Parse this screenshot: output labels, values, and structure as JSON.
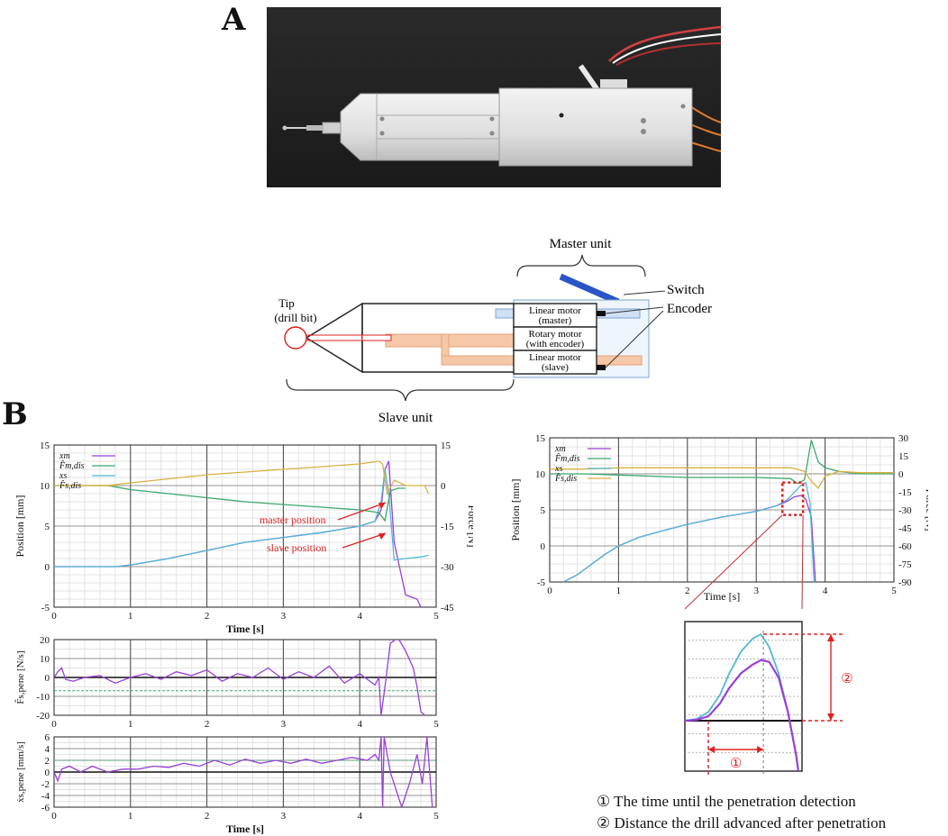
{
  "panel_a_label": "A",
  "panel_b_label": "B",
  "diagram": {
    "master_unit": "Master unit",
    "slave_unit": "Slave unit",
    "switch": "Switch",
    "encoder": "Encoder",
    "tip_line1": "Tip",
    "tip_line2": "(drill bit)",
    "lm_master_1": "Linear motor",
    "lm_master_2": "(master)",
    "rotary_1": "Rotary motor",
    "rotary_2": "(with encoder)",
    "lm_slave_1": "Linear motor",
    "lm_slave_2": "(slave)"
  },
  "annotations": {
    "master_position": "master position",
    "slave_position": "slave position",
    "zoom_mark_1": "①",
    "zoom_mark_2": "②",
    "note_1": "① The time until the penetration detection",
    "note_2": "② Distance the drill advanced after penetration"
  },
  "colors": {
    "purple": "#9a3fd6",
    "green": "#3aa86b",
    "cyan": "#4fb8d8",
    "gold": "#d8b040",
    "red": "#e02020",
    "blue_switch": "#2a55c8",
    "light_blue_box": "#cfe0f5",
    "orange_part": "#f6c8a8"
  },
  "chart_data": [
    {
      "type": "line",
      "xlabel": "Time [s]",
      "ylabel": "Position [mm]",
      "y2label": "Force [N]",
      "xlim": [
        0,
        5
      ],
      "ylim": [
        -5,
        15
      ],
      "y2lim": [
        -45,
        15
      ],
      "xticks": [
        "0",
        "1",
        "2",
        "3",
        "4",
        "5"
      ],
      "yticks": [
        "-5",
        "0",
        "5",
        "10",
        "15"
      ],
      "y2ticks": [
        "-45",
        "-30",
        "-15",
        "0",
        "15"
      ],
      "legend": [
        "x_m",
        "F̂_m,dis",
        "x_s",
        "F̂_s,dis"
      ],
      "legend_position": "top-left",
      "series": [
        {
          "name": "x_m",
          "axis": "left",
          "x": [
            0,
            0.8,
            1.0,
            1.5,
            2.0,
            2.5,
            3.0,
            3.5,
            4.0,
            4.2,
            4.28,
            4.33,
            4.38,
            4.45,
            4.6,
            4.75,
            4.8
          ],
          "y": [
            0,
            0,
            0.2,
            1,
            2,
            3,
            3.6,
            4.2,
            5,
            5.6,
            7,
            12,
            13,
            3,
            -3.5,
            -4,
            -5
          ]
        },
        {
          "name": "x_s",
          "axis": "left",
          "x": [
            0,
            0.8,
            1.0,
            1.5,
            2.0,
            2.5,
            3.0,
            3.5,
            4.0,
            4.2,
            4.28,
            4.33,
            4.38,
            4.45,
            4.6,
            4.8,
            4.9
          ],
          "y": [
            0,
            0,
            0.2,
            1,
            2,
            3,
            3.6,
            4.2,
            5,
            5.6,
            8,
            12,
            9,
            0.8,
            1,
            1.2,
            1.4
          ]
        },
        {
          "name": "F̂_m,dis",
          "axis": "right",
          "x": [
            0,
            0.7,
            1.0,
            1.5,
            2.0,
            2.5,
            3.0,
            3.5,
            4.0,
            4.25,
            4.33,
            4.4,
            4.5,
            4.6
          ],
          "y": [
            0,
            0,
            -1.5,
            -3,
            -4.5,
            -6,
            -7,
            -8,
            -9,
            -10,
            -13,
            -2,
            -1,
            -1
          ]
        },
        {
          "name": "F̂_s,dis",
          "axis": "right",
          "x": [
            0,
            0.7,
            1.0,
            1.5,
            2.0,
            2.5,
            3.0,
            3.5,
            4.0,
            4.25,
            4.3,
            4.36,
            4.45,
            4.6,
            4.75,
            4.85,
            4.9
          ],
          "y": [
            0,
            0,
            1,
            2.5,
            4,
            5,
            6,
            7,
            8,
            9,
            8,
            -3,
            2,
            0,
            0,
            0,
            -3
          ]
        }
      ],
      "annotations": [
        "master position",
        "slave position"
      ]
    },
    {
      "type": "line",
      "ylabel": "F̂s,pene [N/s]",
      "xlim": [
        0,
        5
      ],
      "ylim": [
        -20,
        20
      ],
      "xticks": [
        "0",
        "1",
        "2",
        "3",
        "4",
        "5"
      ],
      "yticks": [
        "-20",
        "-10",
        "0",
        "10",
        "20"
      ],
      "threshold": -7,
      "series": [
        {
          "name": "F̂s,pene",
          "x": [
            0,
            0.05,
            0.1,
            0.15,
            0.25,
            0.4,
            0.6,
            0.8,
            1.0,
            1.2,
            1.4,
            1.6,
            1.8,
            2.0,
            2.2,
            2.4,
            2.6,
            2.8,
            3.0,
            3.2,
            3.4,
            3.6,
            3.8,
            4.0,
            4.2,
            4.25,
            4.28,
            4.33,
            4.4,
            4.5,
            4.6,
            4.7,
            4.75,
            4.8,
            4.85
          ],
          "y": [
            0,
            3,
            5,
            -1,
            -2,
            0,
            1,
            -3,
            0,
            2,
            -1,
            3,
            1,
            4,
            -2,
            2,
            0,
            5,
            -1,
            3,
            0,
            6,
            -3,
            2,
            -4,
            0,
            -20,
            -5,
            18,
            21,
            14,
            5,
            -5,
            -18,
            -20
          ]
        }
      ]
    },
    {
      "type": "line",
      "xlabel": "Time [s]",
      "ylabel": "ẋs,pene [mm/s]",
      "xlim": [
        0,
        5
      ],
      "ylim": [
        -6,
        6
      ],
      "xticks": [
        "0",
        "1",
        "2",
        "3",
        "4",
        "5"
      ],
      "yticks": [
        "-6",
        "-4",
        "-2",
        "0",
        "2",
        "4",
        "6"
      ],
      "threshold": 2,
      "series": [
        {
          "name": "ẋs,pene",
          "x": [
            0,
            0.05,
            0.1,
            0.2,
            0.35,
            0.5,
            0.7,
            0.9,
            1.1,
            1.3,
            1.5,
            1.7,
            1.9,
            2.1,
            2.3,
            2.5,
            2.7,
            2.9,
            3.1,
            3.3,
            3.5,
            3.7,
            3.9,
            4.1,
            4.2,
            4.25,
            4.28,
            4.3,
            4.32,
            4.4,
            4.55,
            4.65,
            4.75,
            4.82,
            4.88,
            4.95
          ],
          "y": [
            0,
            -1.5,
            0.5,
            1,
            0,
            1,
            0,
            0.5,
            0.5,
            1,
            0.8,
            1.5,
            1,
            2,
            1.2,
            2.2,
            1.5,
            2,
            1.5,
            2.2,
            1.5,
            2,
            2.5,
            2,
            3,
            2,
            6,
            -6,
            6,
            0,
            -6,
            -2,
            3,
            -2,
            6,
            -6
          ]
        }
      ]
    },
    {
      "type": "line",
      "xlabel": "Time [s]",
      "ylabel": "Position [mm]",
      "y2label": "Force [N]",
      "xlim": [
        0,
        5
      ],
      "ylim": [
        -5,
        15
      ],
      "y2lim": [
        -90,
        30
      ],
      "xticks": [
        "0",
        "1",
        "2",
        "3",
        "4",
        "5"
      ],
      "yticks": [
        "-5",
        "0",
        "5",
        "10",
        "15"
      ],
      "y2ticks": [
        "-90",
        "-75",
        "-60",
        "-45",
        "-30",
        "-15",
        "0",
        "15",
        "30"
      ],
      "legend": [
        "x_m",
        "F̂_m,dis",
        "x_s",
        "F̂_s,dis"
      ],
      "legend_position": "top-left",
      "series": [
        {
          "name": "x_m",
          "axis": "left",
          "x": [
            0.2,
            0.4,
            0.6,
            0.8,
            1.0,
            1.3,
            1.6,
            2.0,
            2.5,
            3.0,
            3.3,
            3.45,
            3.55,
            3.65,
            3.72,
            3.8,
            3.86
          ],
          "y": [
            -5,
            -4,
            -2.6,
            -1.2,
            0,
            1.2,
            2,
            3,
            4,
            4.8,
            5.6,
            6.2,
            6.8,
            7,
            6.5,
            4,
            -5
          ]
        },
        {
          "name": "x_s",
          "axis": "left",
          "x": [
            0.2,
            0.4,
            0.6,
            0.8,
            1.0,
            1.3,
            1.6,
            2.0,
            2.5,
            3.0,
            3.3,
            3.45,
            3.55,
            3.65,
            3.72,
            3.78,
            3.84
          ],
          "y": [
            -5,
            -4,
            -2.6,
            -1.2,
            0,
            1.2,
            2,
            3,
            4,
            4.8,
            5.6,
            6.4,
            7.4,
            8.4,
            8.8,
            6,
            -5
          ]
        },
        {
          "name": "F̂_m,dis",
          "axis": "right",
          "x": [
            0,
            0.5,
            1.0,
            2.0,
            3.0,
            3.5,
            3.6,
            3.7,
            3.8,
            3.9,
            4.0,
            4.2,
            4.5,
            5.0
          ],
          "y": [
            0,
            0,
            -1,
            -3,
            -3,
            -4,
            -8,
            -5,
            28,
            10,
            5,
            2,
            0,
            0
          ]
        },
        {
          "name": "F̂_s,dis",
          "axis": "right",
          "x": [
            0,
            0.5,
            1.0,
            2.0,
            3.0,
            3.5,
            3.6,
            3.7,
            3.8,
            3.9,
            4.0,
            4.2,
            4.5,
            5.0
          ],
          "y": [
            4,
            4,
            5,
            5,
            5,
            5,
            4,
            2,
            -6,
            -12,
            -2,
            2,
            1,
            1
          ]
        }
      ]
    },
    {
      "type": "line",
      "zoom_of": "region near penetration detection (x_m and x_s)",
      "series": [
        {
          "name": "x_s",
          "x": [
            0,
            0.1,
            0.2,
            0.3,
            0.38,
            0.48,
            0.58,
            0.65,
            0.72,
            0.8,
            0.88,
            0.95,
            1.0
          ],
          "y": [
            0,
            0.02,
            0.1,
            0.3,
            0.55,
            0.8,
            0.95,
            1.0,
            0.85,
            0.55,
            0.1,
            -0.4,
            -0.9
          ]
        },
        {
          "name": "x_m",
          "x": [
            0,
            0.1,
            0.2,
            0.3,
            0.38,
            0.48,
            0.58,
            0.65,
            0.72,
            0.8,
            0.88,
            0.95,
            1.0
          ],
          "y": [
            0,
            0.01,
            0.05,
            0.2,
            0.38,
            0.55,
            0.65,
            0.7,
            0.68,
            0.5,
            0.1,
            -0.4,
            -0.9
          ]
        }
      ]
    }
  ]
}
